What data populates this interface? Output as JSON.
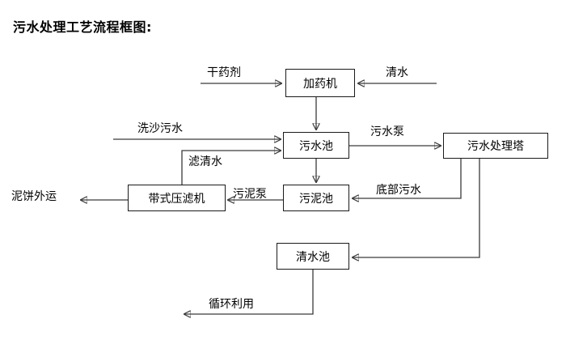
{
  "title": "污水处理工艺流程框图:",
  "diagram": {
    "type": "flowchart",
    "nodes": [
      {
        "id": "dosing",
        "label": "加药机"
      },
      {
        "id": "sewage_pool",
        "label": "污水池"
      },
      {
        "id": "treatment_tower",
        "label": "污水处理塔"
      },
      {
        "id": "belt_filter_press",
        "label": "带式压滤机"
      },
      {
        "id": "sludge_pool",
        "label": "污泥池"
      },
      {
        "id": "clear_water_pool",
        "label": "清水池"
      }
    ],
    "edge_labels": [
      {
        "id": "dry_agent",
        "label": "干药剂"
      },
      {
        "id": "clean_water_in",
        "label": "清水"
      },
      {
        "id": "sand_washing_sewage",
        "label": "洗沙污水"
      },
      {
        "id": "filtered_clear_water",
        "label": "滤清水"
      },
      {
        "id": "sewage_pump",
        "label": "污水泵"
      },
      {
        "id": "mud_cake_out",
        "label": "泥饼外运"
      },
      {
        "id": "sludge_pump",
        "label": "污泥泵"
      },
      {
        "id": "bottom_sewage",
        "label": "底部污水"
      },
      {
        "id": "recycle_use",
        "label": "循环利用"
      }
    ]
  },
  "colors": {
    "background": "#ffffff",
    "line": "#3a3a3a",
    "box_border": "#1a1a1a",
    "text": "#000000"
  }
}
